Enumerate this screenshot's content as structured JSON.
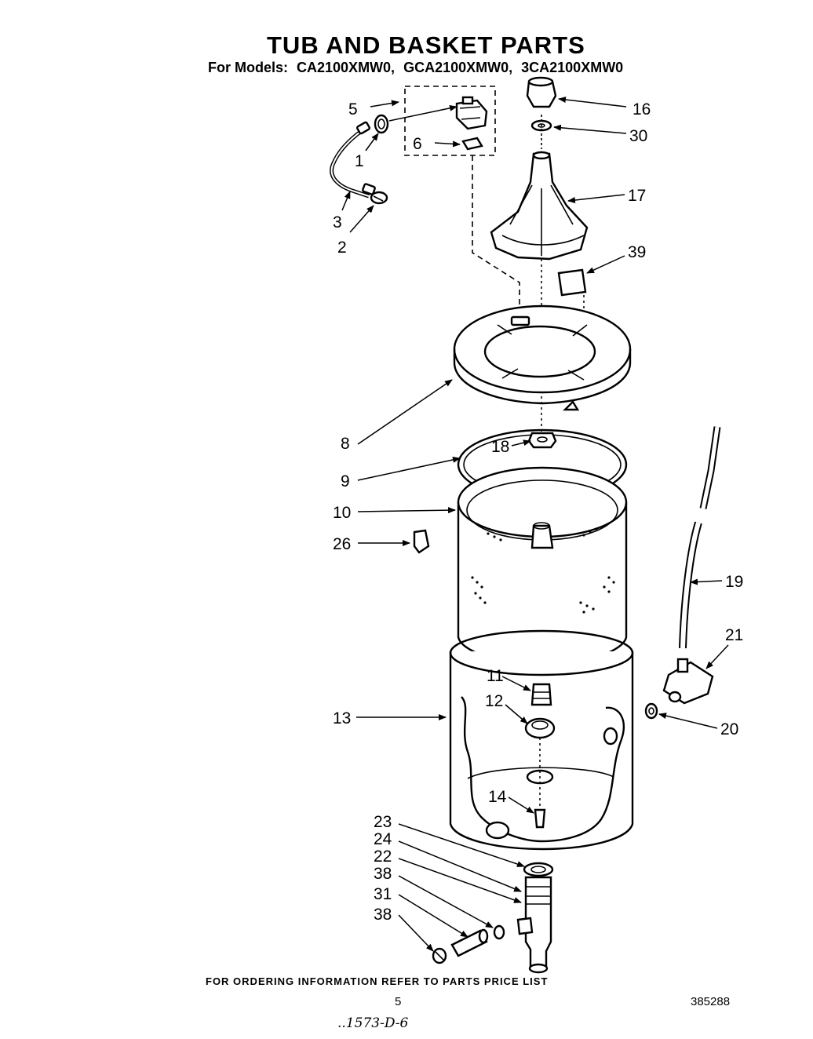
{
  "header": {
    "title": "TUB AND BASKET PARTS",
    "models_prefix": "For Models:",
    "models": [
      "CA2100XMW0,",
      "GCA2100XMW0,",
      "3CA2100XMW0"
    ]
  },
  "callouts": {
    "p1": "1",
    "p2": "2",
    "p3": "3",
    "p5": "5",
    "p6": "6",
    "p8": "8",
    "p9": "9",
    "p10": "10",
    "p11": "11",
    "p12": "12",
    "p13": "13",
    "p14": "14",
    "p16": "16",
    "p17": "17",
    "p18": "18",
    "p19": "19",
    "p20": "20",
    "p21": "21",
    "p22": "22",
    "p23": "23",
    "p24": "24",
    "p26": "26",
    "p30": "30",
    "p31": "31",
    "p38a": "38",
    "p38b": "38",
    "p39": "39"
  },
  "footer": {
    "ordering_note": "FOR ORDERING INFORMATION REFER TO PARTS PRICE LIST",
    "page_number": "5",
    "document_number": "385288",
    "handwritten_code": "..1573-D-6"
  }
}
